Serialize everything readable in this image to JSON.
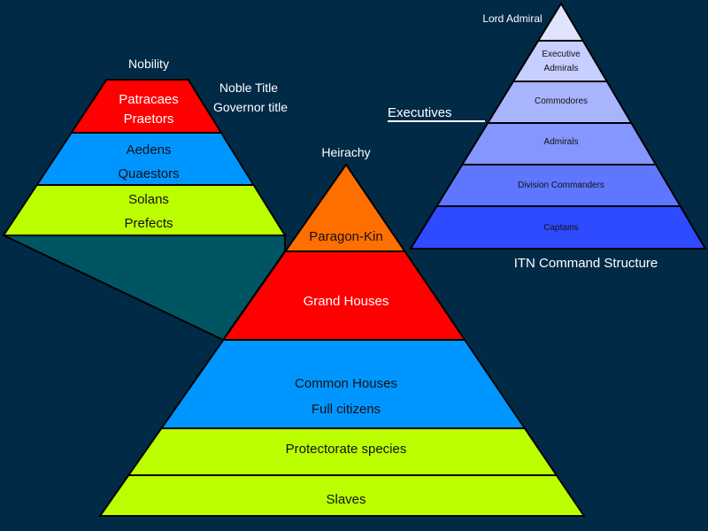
{
  "colors": {
    "background": "#012a47",
    "connector": "#005563",
    "red": "#ff0000",
    "blue": "#0096ff",
    "lime": "#bbff00",
    "orange": "#ff6f00",
    "itn1": "#e0e4ff",
    "itn2": "#c6cfff",
    "itn3": "#a9b4ff",
    "itn4": "#8496ff",
    "itn5": "#5f77ff",
    "itn6": "#2e4bff"
  },
  "nobility": {
    "title": "Nobility",
    "side_labels": [
      "Noble Title",
      "Governor title"
    ],
    "tiers": [
      {
        "lines": [
          "Patracaes",
          "Praetors"
        ],
        "color": "#ff0000",
        "text_color": "#ffffff"
      },
      {
        "lines": [
          "Aedens",
          "Quaestors"
        ],
        "color": "#0096ff",
        "text_color": "#111111"
      },
      {
        "lines": [
          "Solans",
          "Prefects"
        ],
        "color": "#bbff00",
        "text_color": "#111111"
      }
    ]
  },
  "hierarchy": {
    "title": "Heirachy",
    "tiers": [
      {
        "lines": [
          "Paragon-Kin"
        ],
        "color": "#ff6f00",
        "text_color": "#111111"
      },
      {
        "lines": [
          "Grand Houses"
        ],
        "color": "#ff0000",
        "text_color": "#ffffff"
      },
      {
        "lines": [
          "Common Houses",
          "Full citizens"
        ],
        "color": "#0096ff",
        "text_color": "#111111"
      },
      {
        "lines": [
          "Protectorate species"
        ],
        "color": "#bbff00",
        "text_color": "#111111"
      },
      {
        "lines": [
          "Slaves"
        ],
        "color": "#bbff00",
        "text_color": "#111111"
      }
    ]
  },
  "itn": {
    "title": "ITN Command Structure",
    "top_label": "Lord Admiral",
    "executives_label": "Executives",
    "tiers": [
      {
        "lines": [
          ""
        ],
        "color": "#e0e4ff"
      },
      {
        "lines": [
          "Executive",
          "Admirals"
        ],
        "color": "#c6cfff"
      },
      {
        "lines": [
          "Commodores"
        ],
        "color": "#a9b4ff"
      },
      {
        "lines": [
          "Admirals"
        ],
        "color": "#8496ff"
      },
      {
        "lines": [
          "Division Commanders"
        ],
        "color": "#5f77ff"
      },
      {
        "lines": [
          "Captains"
        ],
        "color": "#2e4bff"
      }
    ]
  }
}
